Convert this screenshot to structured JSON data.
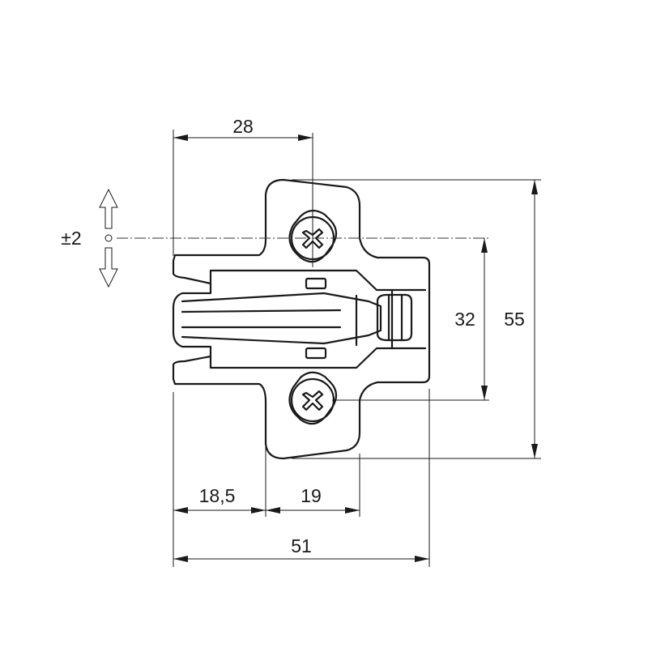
{
  "dimensions": {
    "top_width": "28",
    "screw_spacing": "32",
    "total_height": "55",
    "left_offset": "18,5",
    "center_width": "19",
    "total_width": "51",
    "adjustment": "±2"
  }
}
